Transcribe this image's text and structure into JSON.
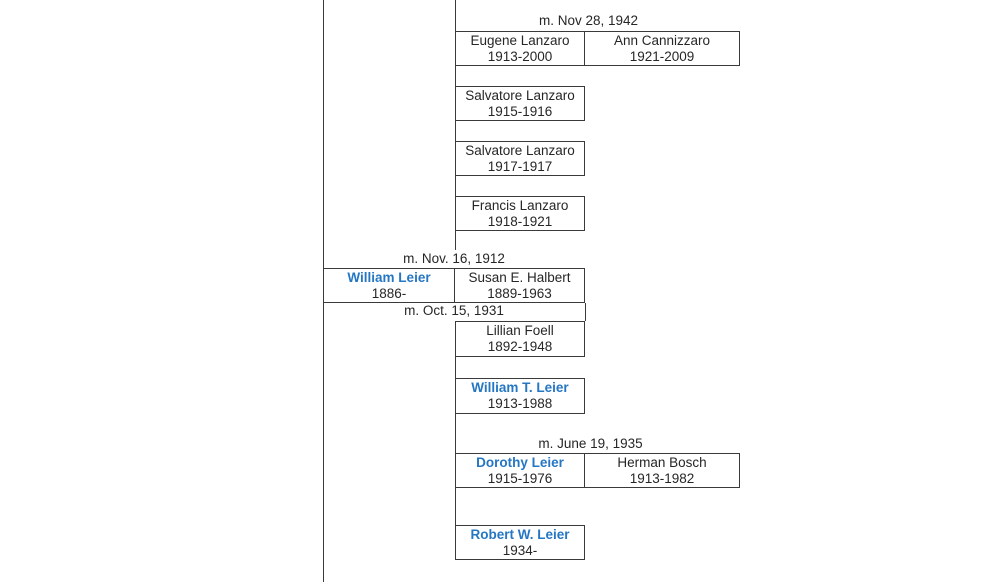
{
  "colors": {
    "link_blue": "#2577c4",
    "border": "#3a3a3a",
    "text": "#262626",
    "background": "#ffffff"
  },
  "marriages": [
    {
      "label": "m. Nov 28, 1942"
    },
    {
      "label": "m. Nov. 16, 1912"
    },
    {
      "label": "m. Oct. 15, 1931"
    },
    {
      "label": "m. June 19, 1935"
    }
  ],
  "people": [
    {
      "name": "Eugene Lanzaro",
      "dates": "1913-2000",
      "is_link": false
    },
    {
      "name": "Ann Cannizzaro",
      "dates": "1921-2009",
      "is_link": false
    },
    {
      "name": "Salvatore Lanzaro",
      "dates": "1915-1916",
      "is_link": false
    },
    {
      "name": "Salvatore Lanzaro",
      "dates": "1917-1917",
      "is_link": false
    },
    {
      "name": "Francis Lanzaro",
      "dates": "1918-1921",
      "is_link": false
    },
    {
      "name": "William Leier",
      "dates": "1886-",
      "is_link": true
    },
    {
      "name": "Susan E. Halbert",
      "dates": "1889-1963",
      "is_link": false
    },
    {
      "name": "Lillian Foell",
      "dates": "1892-1948",
      "is_link": false
    },
    {
      "name": "William T. Leier",
      "dates": "1913-1988",
      "is_link": true
    },
    {
      "name": "Dorothy Leier",
      "dates": "1915-1976",
      "is_link": true
    },
    {
      "name": "Herman Bosch",
      "dates": "1913-1982",
      "is_link": false
    },
    {
      "name": "Robert W. Leier",
      "dates": "1934-",
      "is_link": true
    }
  ]
}
